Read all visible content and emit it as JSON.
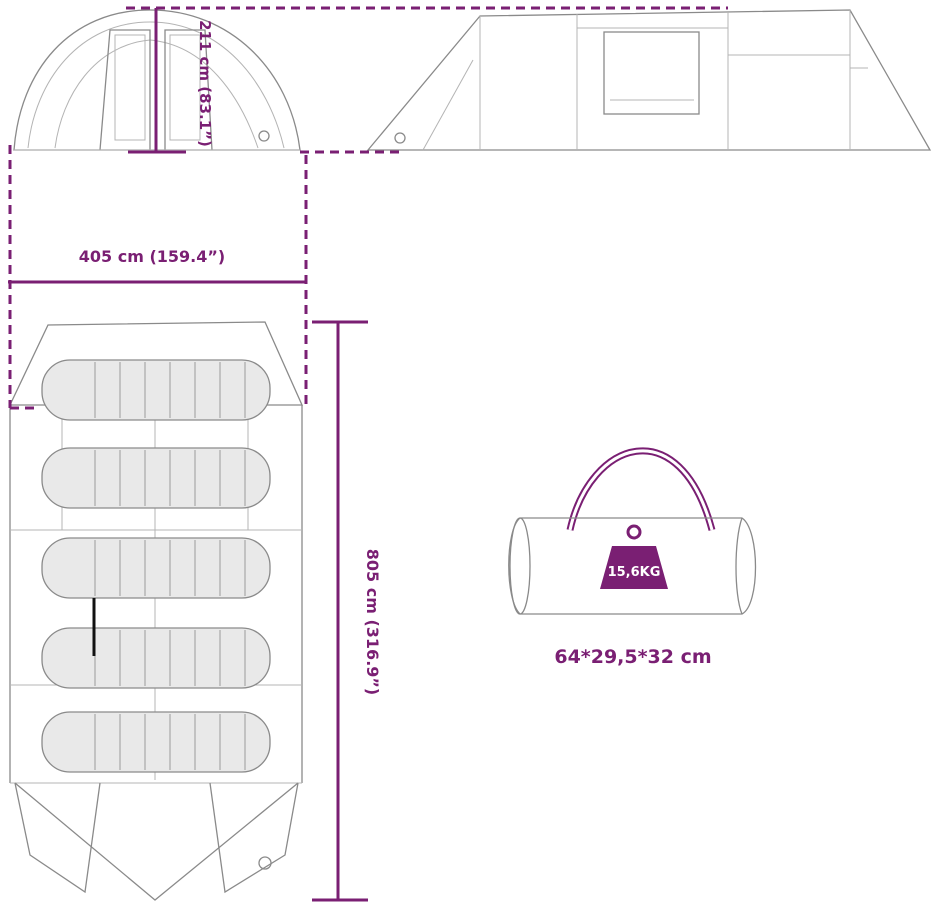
{
  "colors": {
    "accent": "#7a1f73",
    "outline": "#8a8a8a",
    "bag_fill": "#e9e9e9",
    "background": "#ffffff"
  },
  "dimensions": {
    "height_label": "211 cm (83.1”)",
    "width_label": "405 cm (159.4”)",
    "length_label": "805 cm (316.9”)",
    "pack_size_label": "64*29,5*32 cm",
    "weight_label": "15,6KG"
  },
  "icons": {
    "weight": "weight-icon",
    "carry_bag": "carry-bag-icon",
    "tent_front": "tent-front-view-icon",
    "tent_side": "tent-side-view-icon",
    "tent_top": "tent-top-view-icon",
    "sleeping_bag": "sleeping-bag-icon"
  }
}
